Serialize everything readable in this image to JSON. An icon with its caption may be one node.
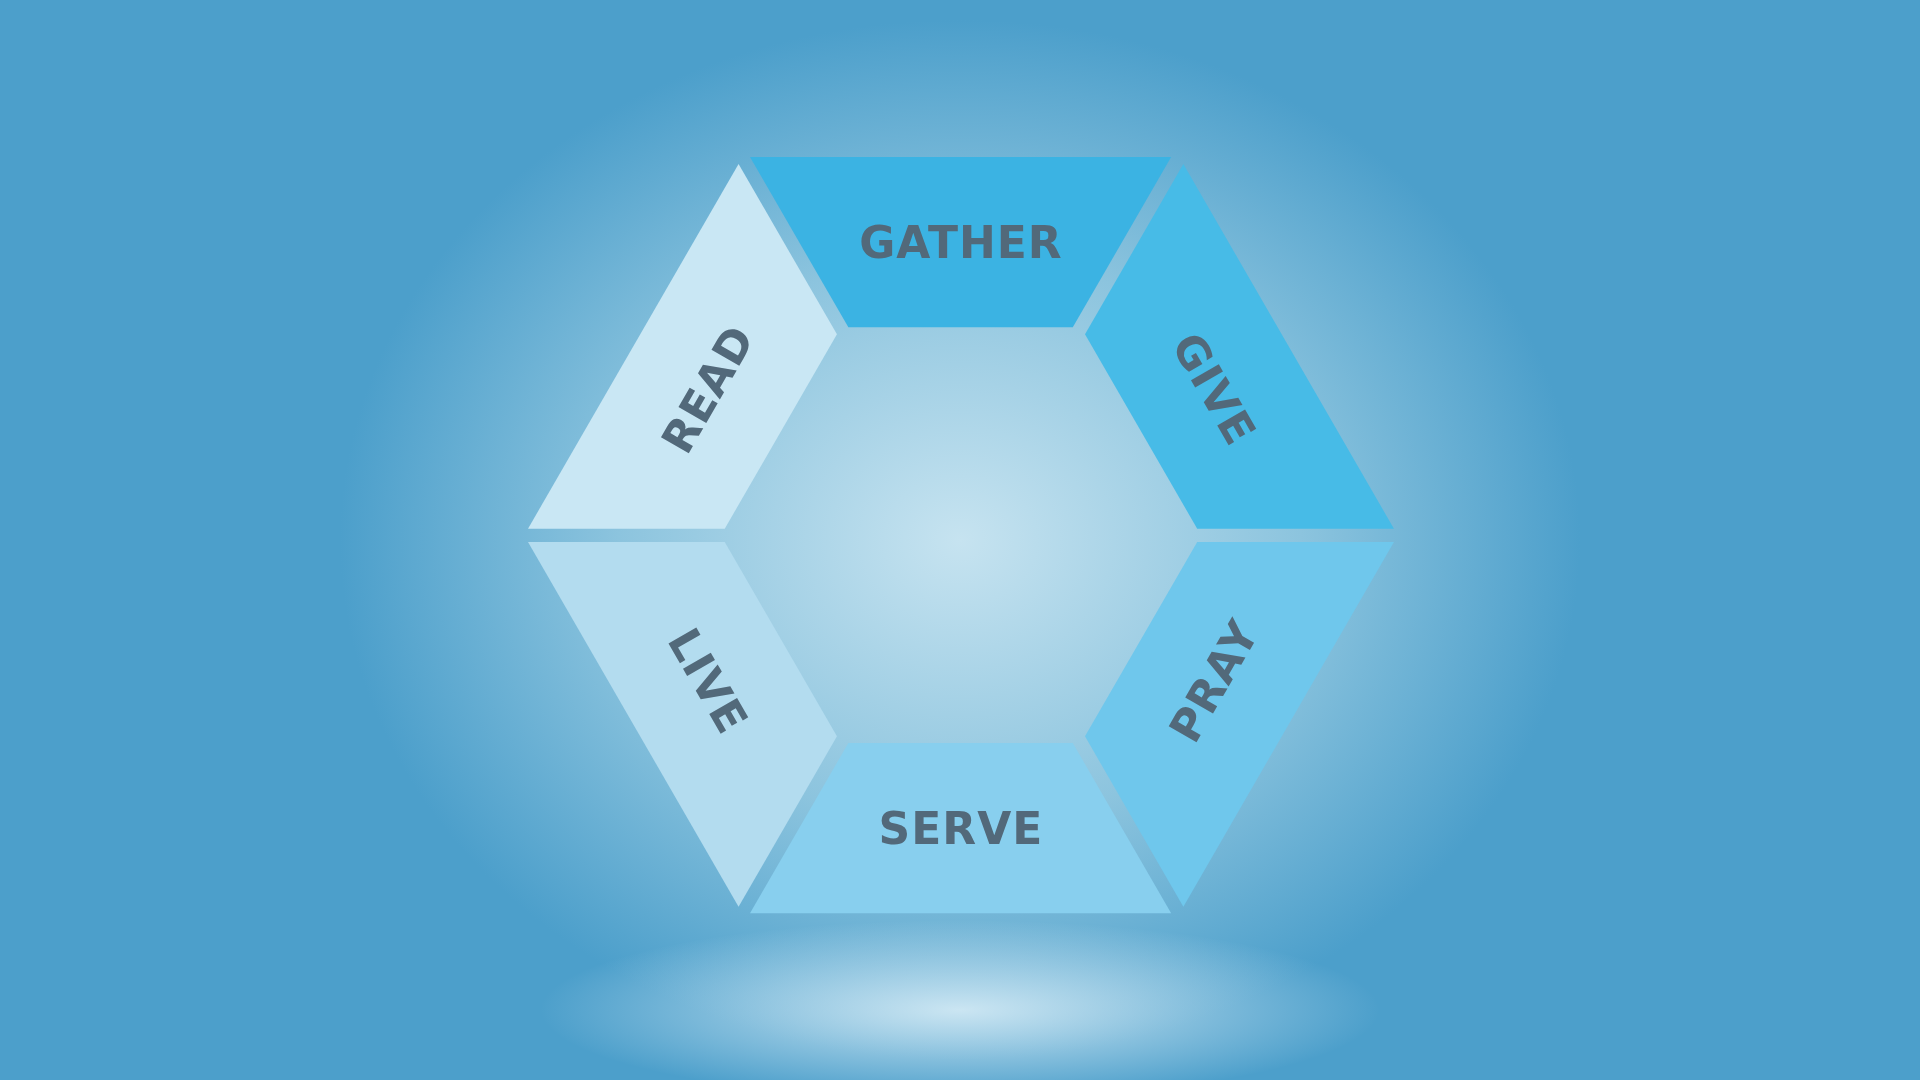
{
  "diagram": {
    "nodes": [
      {
        "text": [
          "GATHER"
        ]
      },
      {
        "text": [
          "GIVE"
        ]
      },
      {
        "text": [
          "PRAY"
        ]
      },
      {
        "text": [
          "SERVE"
        ]
      },
      {
        "text": [
          "LIVE"
        ]
      },
      {
        "text": [
          "READ"
        ]
      }
    ]
  }
}
